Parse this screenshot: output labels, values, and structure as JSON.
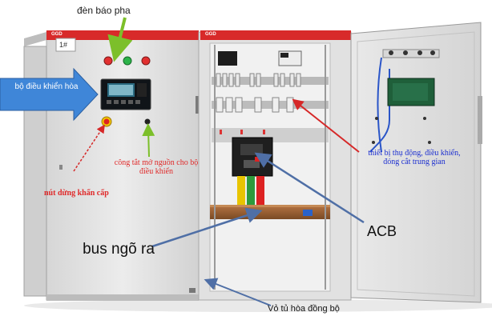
{
  "labels": {
    "phase_lights": "đèn báo pha",
    "controller": "bộ điều khiển hòa",
    "power_switch": "công tắt mở nguồn cho bộ điều khiển",
    "emergency_stop": "nút dừng khẩn cấp",
    "output_bus": "bus ngõ ra",
    "acb": "ACB",
    "passive_devices": "thiết bị thụ động, điều khiển, đóng cắt  trung gian",
    "sync_cabinet": "Vỏ tủ hòa đồng bộ"
  },
  "panel": {
    "id_tag": "1#",
    "brand_left": "GGD",
    "brand_right": "GGD"
  },
  "colors": {
    "arrow_green": "#7cbf2a",
    "arrow_blue": "#3f86d8",
    "arrow_red": "#d62828",
    "arrow_slate": "#4f6fa6",
    "cabinet_body": "#e6e6e6",
    "cabinet_top": "#d82a2a"
  }
}
